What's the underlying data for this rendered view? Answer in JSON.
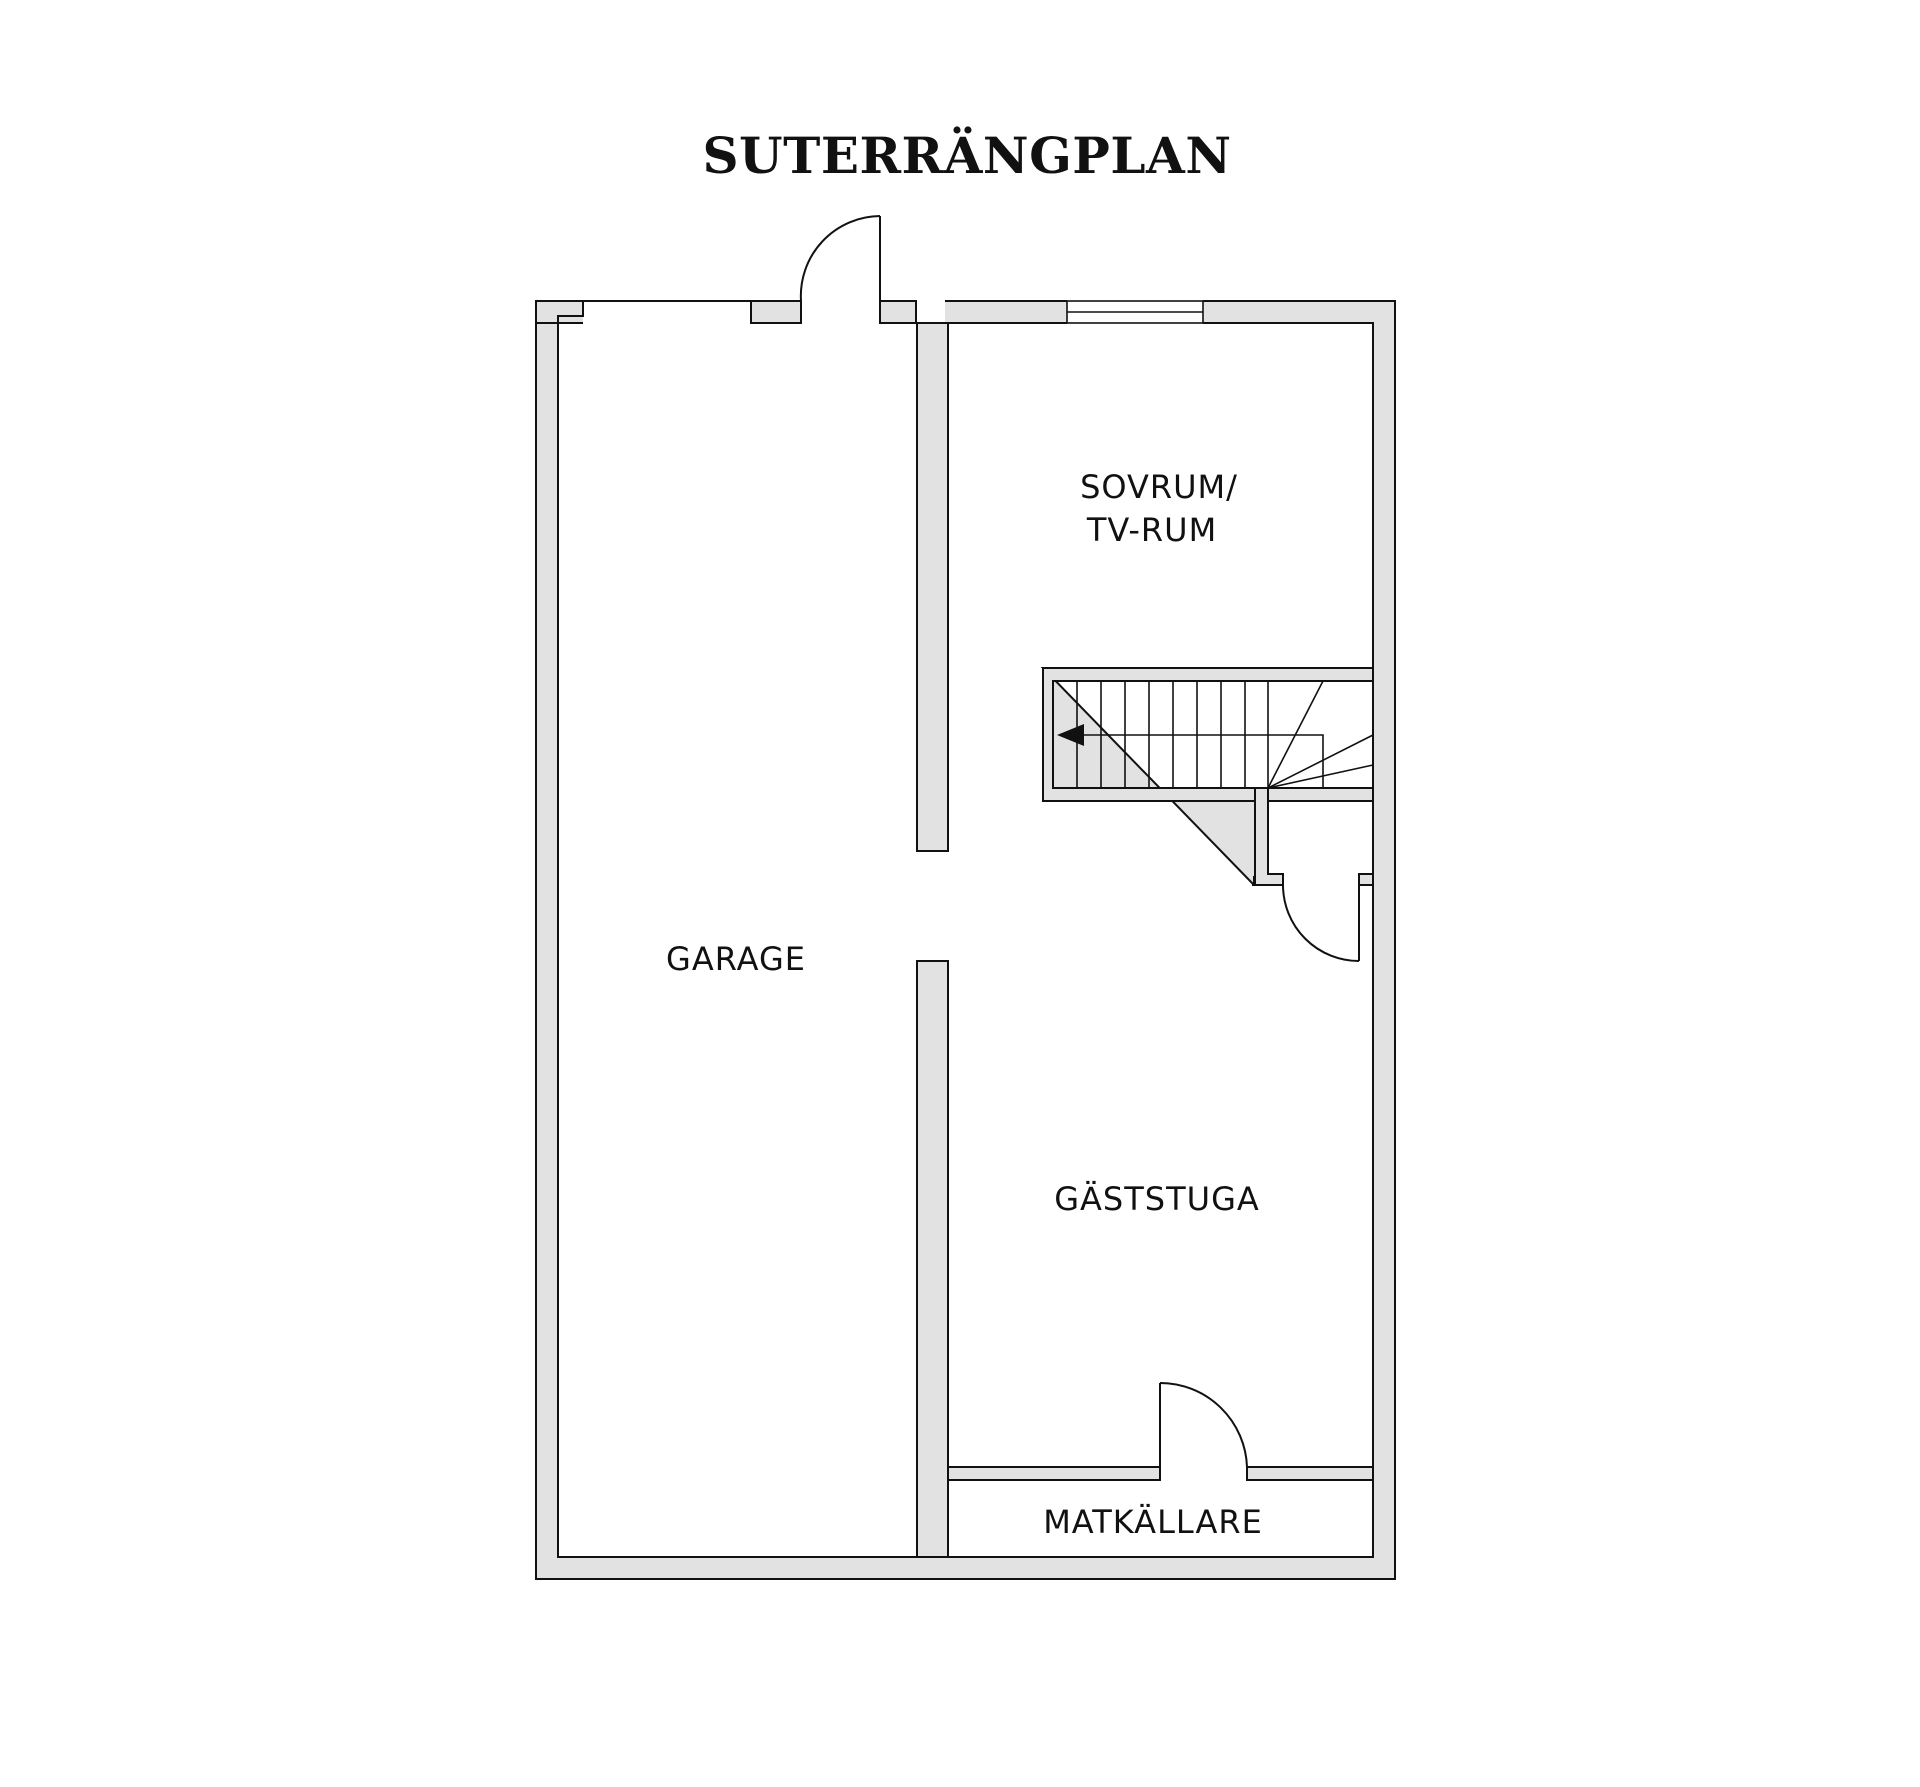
{
  "plan": {
    "title": "SUTERRÄNGPLAN",
    "rooms": {
      "garage": "GARAGE",
      "sovrum_line1": "SOVRUM/",
      "sovrum_line2": "TV-RUM",
      "gaststuga": "GÄSTSTUGA",
      "matkallare": "MATKÄLLARE"
    },
    "colors": {
      "wall_fill": "#e2e2e2",
      "line": "#111111",
      "background": "#ffffff"
    }
  }
}
